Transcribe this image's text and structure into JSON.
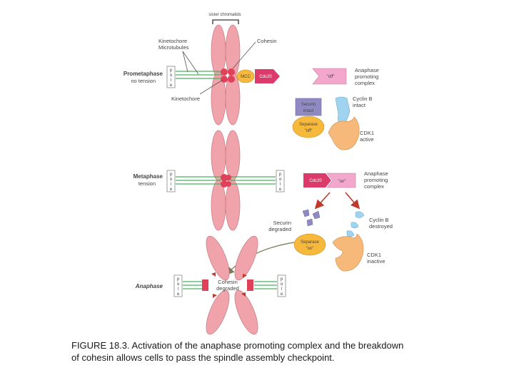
{
  "diagram": {
    "top_label": "sister chromatids",
    "stages": {
      "prometaphase": {
        "name": "Prometaphase",
        "note": "no tension"
      },
      "metaphase": {
        "name": "Metaphase",
        "note": "tension"
      },
      "anaphase": {
        "name": "Anaphase"
      }
    },
    "pole_letters": [
      "p",
      "o",
      "l",
      "e"
    ],
    "labels": {
      "kinetochore_microtubules": [
        "Kinetochore",
        "Microtubules"
      ],
      "cohesin": "Cohesin",
      "kinetochore": "Kinetochore",
      "mcc": "MCC",
      "cdc20": "Cdc20",
      "off": "\"off\"",
      "on": "\"on\"",
      "apc": [
        "Anaphase",
        "promoting",
        "complex"
      ],
      "cyclin_intact": [
        "Cyclin B",
        "intact"
      ],
      "securin_intact": [
        "Securin",
        "intact"
      ],
      "separase_off": [
        "Separase",
        "\"off\""
      ],
      "cdk1_active": [
        "CDK1",
        "active"
      ],
      "securin_degraded": [
        "Securin",
        "degraded"
      ],
      "cyclin_destroyed": [
        "Cyclin B",
        "destroyed"
      ],
      "separase_on": [
        "Separase",
        "\"on\""
      ],
      "cdk1_inactive": [
        "CDK1",
        "inactive"
      ],
      "cohesin_degraded": [
        "Cohesin",
        "degraded"
      ]
    },
    "colors": {
      "chromatid": "#f0a3aa",
      "chromatid_stroke": "#c98088",
      "kinetochore": "#e0405a",
      "microtubule": "#4caf62",
      "cdc20": "#dd3a6c",
      "mcc": "#f6b93b",
      "apc_off": "#f4a7cc",
      "securin": "#8f8bc2",
      "separase": "#f6b93b",
      "cyclin": "#9fd3ef",
      "cdk1": "#f6b97a",
      "arrow": "#c0392b"
    }
  },
  "caption": {
    "line1": "FIGURE 18.3. Activation of the anaphase promoting complex and the breakdown",
    "line2": "of cohesin allows cells to pass the spindle assembly checkpoint."
  }
}
